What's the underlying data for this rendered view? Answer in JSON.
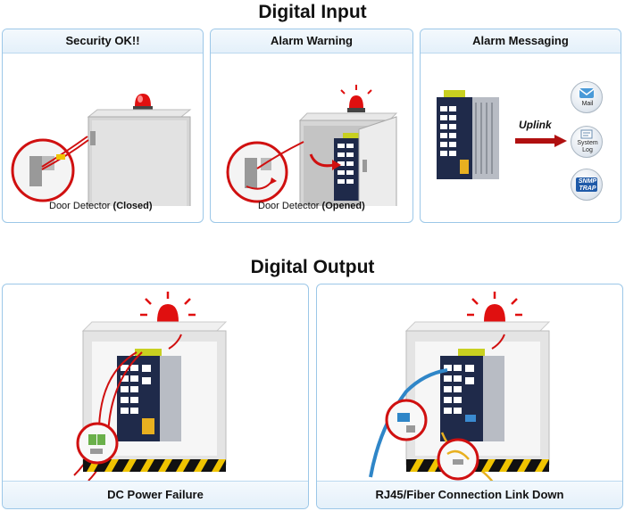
{
  "sections": {
    "input_title": "Digital Input",
    "output_title": "Digital Output"
  },
  "input_panels": [
    {
      "title": "Security OK!!",
      "caption_prefix": "Door Detector ",
      "caption_bold": "(Closed)"
    },
    {
      "title": "Alarm Warning",
      "caption_prefix": "Door Detector ",
      "caption_bold": "(Opened)"
    },
    {
      "title": "Alarm Messaging",
      "uplink_label": "Uplink",
      "messages": [
        {
          "label": "Mail",
          "icon": "mail-icon"
        },
        {
          "label_line1": "System",
          "label_line2": "Log",
          "icon": "system-log-icon"
        },
        {
          "label_line1": "SNMP",
          "label_line2": "TRAP",
          "icon": "snmp-trap-icon"
        }
      ]
    }
  ],
  "output_panels": [
    {
      "footer": "DC Power Failure"
    },
    {
      "footer": "RJ45/Fiber Connection Link Down"
    }
  ],
  "colors": {
    "panel_border": "#9cc7e8",
    "panel_header": "#e4f0fa",
    "alarm_red": "#e01010",
    "switch_navy": "#1f2a4a",
    "hazard_yellow": "#f0c400"
  }
}
